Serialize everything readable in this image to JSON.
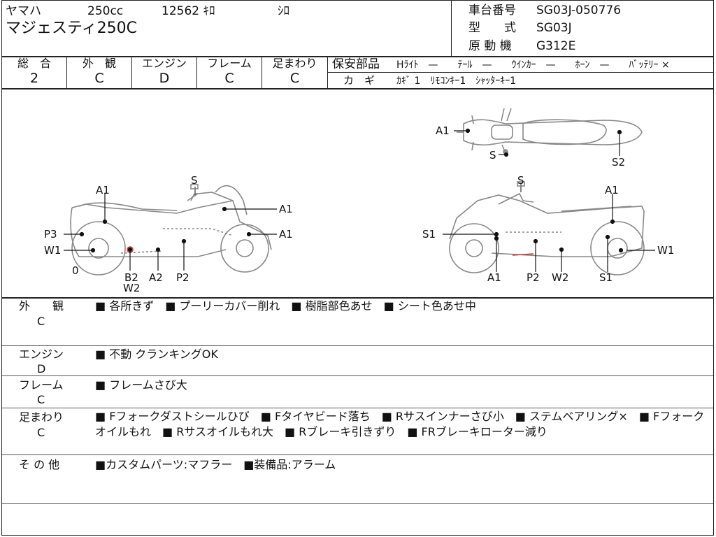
{
  "header": {
    "maker": "ヤマハ",
    "displacement": "250cc",
    "mileage": "12562 ｷﾛ",
    "color": "ｼﾛ",
    "model_name": "マジェスティ250C",
    "chassis_label": "車台番号",
    "chassis_value": "SG03J-050776",
    "type_label": "型　　式",
    "type_value": "SG03J",
    "engine_label": "原 動 機",
    "engine_value": "G312E"
  },
  "grades": [
    {
      "label": "総　合",
      "value": "2"
    },
    {
      "label": "外　観",
      "value": "C"
    },
    {
      "label": "エンジン",
      "value": "D"
    },
    {
      "label": "フレーム",
      "value": "C"
    },
    {
      "label": "足まわり",
      "value": "C"
    }
  ],
  "safety": {
    "title": "保安部品",
    "items": "Hﾗｲﾄ　—　　ﾃｰﾙ　—　　ｳｲﾝｶｰ　—　　ﾎｰﾝ　—　　ﾊﾞｯﾃﾘｰ ×",
    "key_label": "カ　ギ",
    "key_items": "ｶｷﾞ 1　ﾘﾓｺﾝｷｰ1　ｼｬｯﾀｰｷｰ1"
  },
  "diagram_labels": {
    "top_a1": "A1",
    "top_s": "S",
    "top_s2": "S2",
    "l_s": "S",
    "l_a1_top": "A1",
    "l_a1_r1": "A1",
    "l_a1_r2": "A1",
    "l_p3": "P3",
    "l_w1": "W1",
    "l_zero": "0",
    "l_b2": "B2",
    "l_w2": "W2",
    "l_a2": "A2",
    "l_p2": "P2",
    "r_s": "S",
    "r_a1_top": "A1",
    "r_s1_left": "S1",
    "r_w1": "W1",
    "r_a1_bottom": "A1",
    "r_p2": "P2",
    "r_w2": "W2",
    "r_s1_bottom": "S1"
  },
  "notes": [
    {
      "head": "外　　観",
      "grade": "C",
      "body": "■ 各所きず　■ プーリーカバー削れ　■ 樹脂部色あせ　■ シート色あせ中"
    },
    {
      "head": "エンジン",
      "grade": "D",
      "body": "■ 不動 クランキングOK"
    },
    {
      "head": "フレーム",
      "grade": "C",
      "body": "■ フレームさび大"
    },
    {
      "head": "足まわり",
      "grade": "C",
      "body": "■ Fフォークダストシールひび　■ Fタイヤビード落ち　■ Rサスインナーさび小　■ ステムベアリング×　■ Fフォークオイルもれ　■ Rサスオイルもれ大　■ Rブレーキ引きずり　■ FRブレーキローター減り"
    },
    {
      "head": "そ の 他",
      "grade": "",
      "body": "■カスタムパーツ:マフラー　■装備品:アラーム"
    }
  ]
}
